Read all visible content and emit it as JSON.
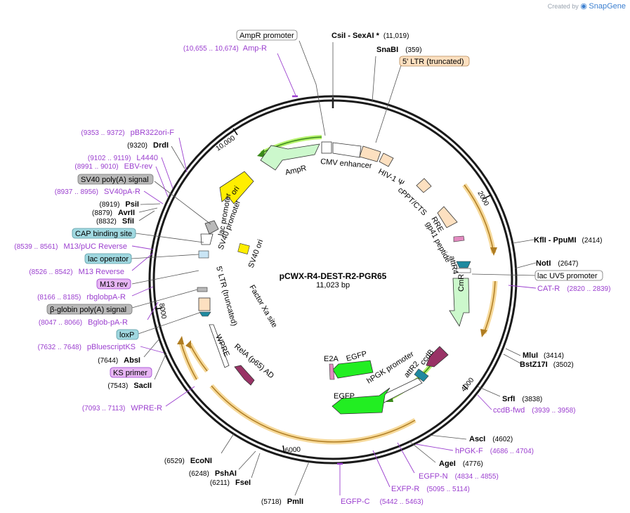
{
  "credit": {
    "prefix": "Created by",
    "brand": "SnapGene"
  },
  "plasmid": {
    "name": "pCWX-R4-DEST-R2-PGR65",
    "length_label": "11,023 bp",
    "length": 11023
  },
  "ticks": [
    "2000",
    "4000",
    "6000",
    "8000",
    "10,000"
  ],
  "enzymes": [
    {
      "name": "CsiI",
      "extra": "SexAI *",
      "pos": "(11,019)"
    },
    {
      "name": "SnaBI",
      "pos": "(359)"
    },
    {
      "name": "KflI",
      "extra": "PpuMI",
      "pos": "(2414)"
    },
    {
      "name": "NotI",
      "pos": "(2647)"
    },
    {
      "name": "MluI",
      "pos": "(3414)"
    },
    {
      "name": "BstZ17I",
      "pos": "(3502)"
    },
    {
      "name": "SrfI",
      "pos": "(3838)"
    },
    {
      "name": "AscI",
      "pos": "(4602)"
    },
    {
      "name": "AgeI",
      "pos": "(4776)"
    },
    {
      "name": "PmlI",
      "pos": "(5718)"
    },
    {
      "name": "FseI",
      "pos": "(6211)"
    },
    {
      "name": "PshAI",
      "pos": "(6248)"
    },
    {
      "name": "EcoNI",
      "pos": "(6529)"
    },
    {
      "name": "SacII",
      "pos": "(7543)"
    },
    {
      "name": "AbsI",
      "pos": "(7644)"
    },
    {
      "name": "SfiI",
      "pos": "(8832)"
    },
    {
      "name": "AvrII",
      "pos": "(8879)"
    },
    {
      "name": "PsiI",
      "pos": "(8919)"
    },
    {
      "name": "DrdI",
      "pos": "(9320)"
    }
  ],
  "primers": [
    {
      "name": "Amp-R",
      "pos": "(10,655 .. 10,674)"
    },
    {
      "name": "CAT-R",
      "pos": "(2820 .. 2839)"
    },
    {
      "name": "ccdB-fwd",
      "pos": "(3939 .. 3958)"
    },
    {
      "name": "hPGK-F",
      "pos": "(4686 .. 4704)"
    },
    {
      "name": "EGFP-N",
      "pos": "(4834 .. 4855)"
    },
    {
      "name": "EXFP-R",
      "pos": "(5095 .. 5114)"
    },
    {
      "name": "EGFP-C",
      "pos": "(5442 .. 5463)"
    },
    {
      "name": "WPRE-R",
      "pos": "(7093 .. 7113)"
    },
    {
      "name": "pBluescriptKS",
      "pos": "(7632 .. 7648)"
    },
    {
      "name": "Bglob-pA-R",
      "pos": "(8047 .. 8066)"
    },
    {
      "name": "rbglobpA-R",
      "pos": "(8166 .. 8185)"
    },
    {
      "name": "M13 Reverse",
      "pos": "(8526 .. 8542)"
    },
    {
      "name": "M13/pUC Reverse",
      "pos": "(8539 .. 8561)"
    },
    {
      "name": "SV40pA-R",
      "pos": "(8937 .. 8956)"
    },
    {
      "name": "EBV-rev",
      "pos": "(8991 .. 9010)"
    },
    {
      "name": "L4440",
      "pos": "(9102 .. 9119)"
    },
    {
      "name": "pBR322ori-F",
      "pos": "(9353 .. 9372)"
    }
  ],
  "boxed_features": [
    {
      "name": "AmpR promoter",
      "kind": "promoter"
    },
    {
      "name": "5' LTR (truncated)",
      "kind": "ltr"
    },
    {
      "name": "lac UV5 promoter",
      "kind": "promoter"
    },
    {
      "name": "SV40 poly(A) signal",
      "kind": "terminator"
    },
    {
      "name": "CAP binding site",
      "kind": "protein_bind"
    },
    {
      "name": "lac operator",
      "kind": "protein_bind"
    },
    {
      "name": "M13 rev",
      "kind": "primer_bind"
    },
    {
      "name": "β-globin poly(A) signal",
      "kind": "terminator"
    },
    {
      "name": "loxP",
      "kind": "protein_bind"
    },
    {
      "name": "KS primer",
      "kind": "primer_bind"
    }
  ],
  "features": [
    {
      "name": "AmpR"
    },
    {
      "name": "CMV enhancer"
    },
    {
      "name": "HIV-1 Ψ"
    },
    {
      "name": "cPPT/CTS"
    },
    {
      "name": "RRE"
    },
    {
      "name": "gp41 peptide"
    },
    {
      "name": "attR4"
    },
    {
      "name": "CmR"
    },
    {
      "name": "ccdB"
    },
    {
      "name": "attR2"
    },
    {
      "name": "hPGK promoter"
    },
    {
      "name": "EGFP"
    },
    {
      "name": "EGFP"
    },
    {
      "name": "E2A"
    },
    {
      "name": "RelA (p65) AD"
    },
    {
      "name": "WPRE"
    },
    {
      "name": "5' LTR (truncated)"
    },
    {
      "name": "Factor Xa site"
    },
    {
      "name": "lac promoter"
    },
    {
      "name": "SV40 promoter"
    },
    {
      "name": "SV40 ori"
    },
    {
      "name": "ori"
    }
  ],
  "colors": {
    "backbone": "#1a1a1a",
    "primer": "#9b3fcf",
    "primer_fill": "#e7b6f3",
    "orf_arc": "#b07d22",
    "orf_arc_glow": "#f6d99a",
    "ampR": "#ccf8cc",
    "egfp": "#22ee22",
    "ori": "#ffee00",
    "ccdB": "#993366",
    "ltr": "#fde0c0",
    "attR": "#1f8aa0",
    "protein_bind": "#a0d8e0",
    "terminator": "#b9b9b9"
  }
}
